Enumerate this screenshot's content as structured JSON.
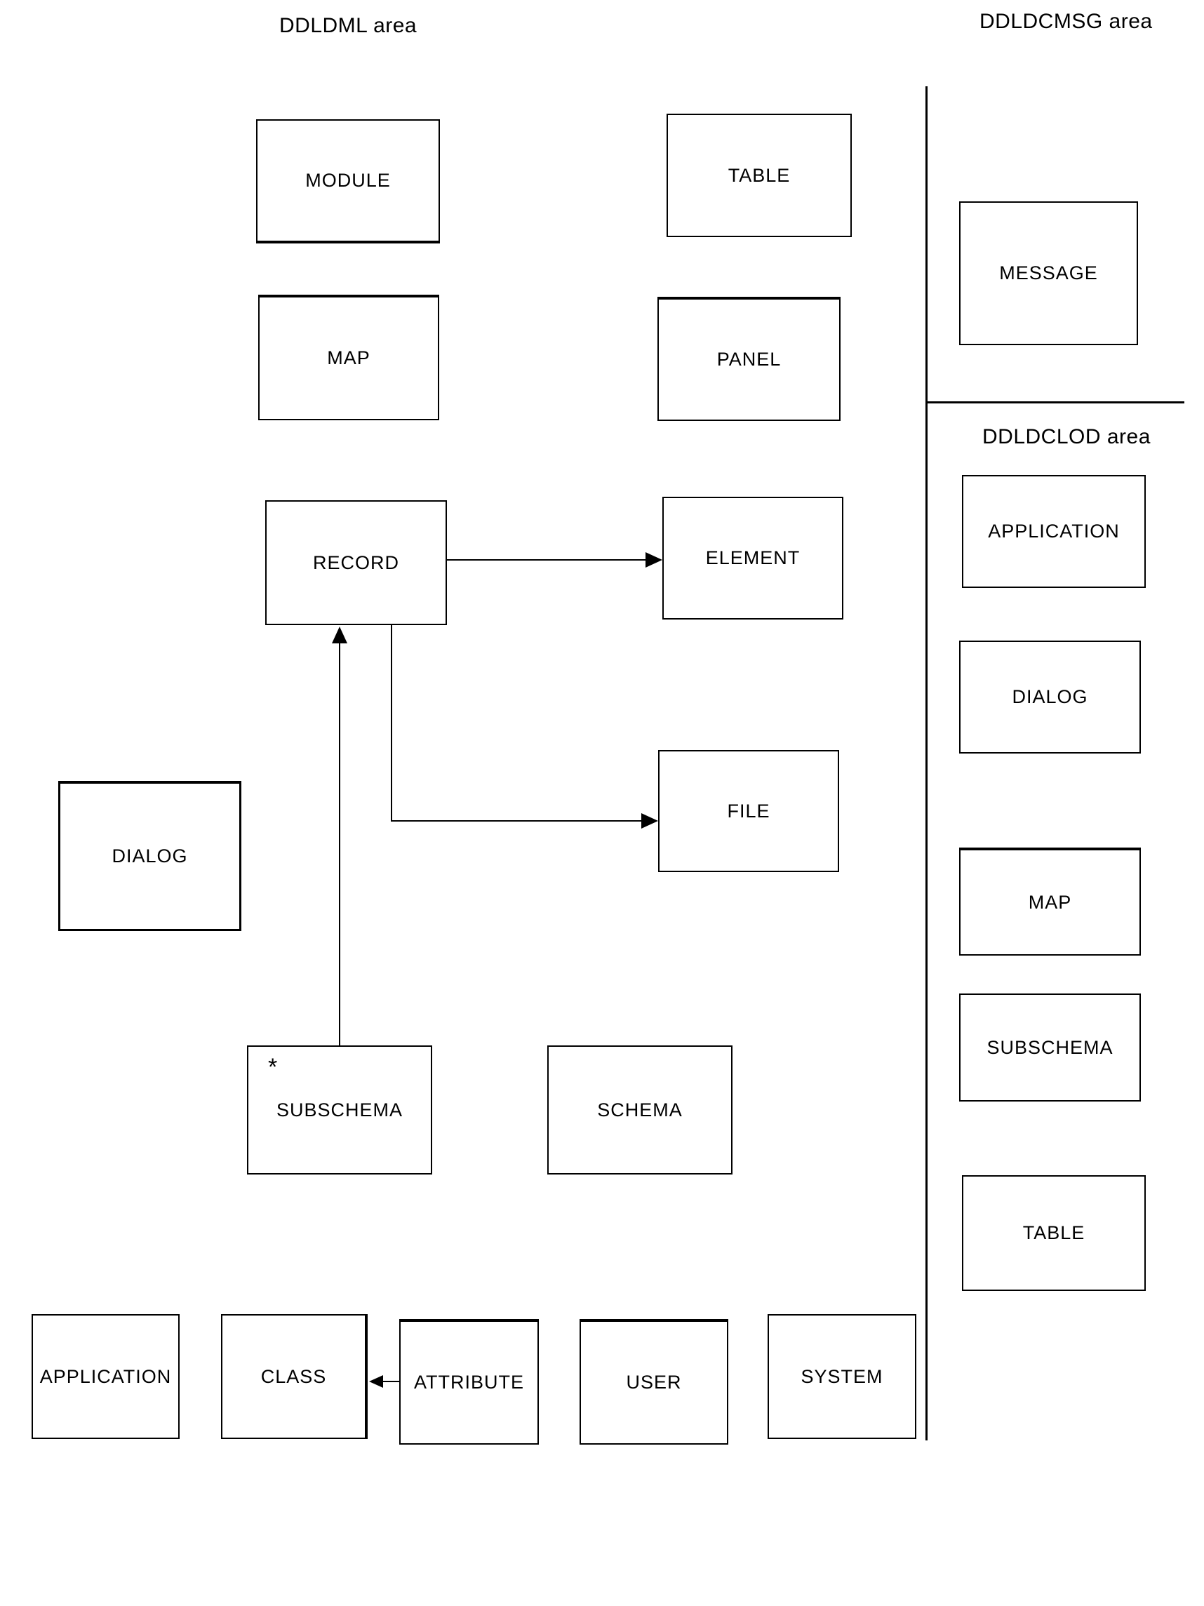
{
  "areas": {
    "ddldml": {
      "label": "DDLDML area"
    },
    "ddldcmsg": {
      "label": "DDLDCMSG area"
    },
    "ddldclod": {
      "label": "DDLDCLOD area"
    }
  },
  "main_boxes": {
    "module": "MODULE",
    "table": "TABLE",
    "map": "MAP",
    "panel": "PANEL",
    "record": "RECORD",
    "element": "ELEMENT",
    "dialog": "DIALOG",
    "file": "FILE",
    "subschema": "SUBSCHEMA",
    "subschema_annotation": "*",
    "schema": "SCHEMA"
  },
  "bottom_boxes": {
    "application": "APPLICATION",
    "class": "CLASS",
    "attribute": "ATTRIBUTE",
    "user": "USER",
    "system": "SYSTEM"
  },
  "ddldcmsg_boxes": {
    "message": "MESSAGE"
  },
  "ddldclod_boxes": {
    "application": "APPLICATION",
    "dialog": "DIALOG",
    "map": "MAP",
    "subschema": "SUBSCHEMA",
    "table": "TABLE"
  },
  "relations": {
    "record_to_element": "RECORD -> ELEMENT",
    "record_to_file": "RECORD -> FILE",
    "subschema_to_record": "SUBSCHEMA -> RECORD",
    "attribute_to_class": "ATTRIBUTE -> CLASS"
  },
  "colors": {
    "line": "#000000",
    "background": "#ffffff"
  }
}
